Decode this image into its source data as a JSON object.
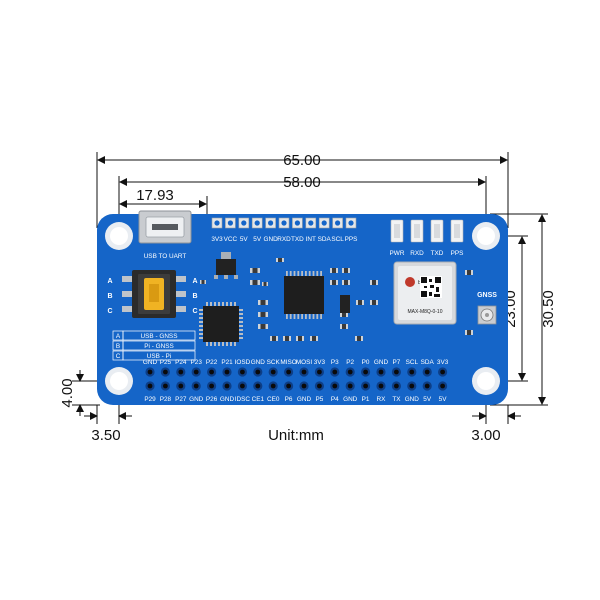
{
  "dimensions": {
    "overall_width": "65.00",
    "hole_spacing": "58.00",
    "usb_offset": "17.93",
    "hole_spacing_vertical": "23.00",
    "overall_height": "30.50",
    "left_hole_offset": "3.50",
    "right_hole_offset": "3.00",
    "bottom_hole_offset": "4.00",
    "unit_label": "Unit:mm"
  },
  "board": {
    "color": "#1565c8",
    "usb_label": "USB TO UART",
    "gnss_label": "GNSS",
    "top_header_labels": [
      "3V3",
      "VCC",
      "5V",
      "5V",
      "GND",
      "RXD",
      "TXD",
      "INT",
      "SDA",
      "SCL",
      "PPS"
    ],
    "led_labels": [
      "PWR",
      "RXD",
      "TXD",
      "PPS"
    ],
    "switch_letters_left": [
      "A",
      "B",
      "C"
    ],
    "switch_letters_right": [
      "A",
      "B",
      "C"
    ],
    "mode_table": [
      {
        "key": "A",
        "value": "USB - GNSS"
      },
      {
        "key": "B",
        "value": "Pi - GNSS"
      },
      {
        "key": "C",
        "value": "USB - Pi"
      }
    ],
    "gpio_top_labels": [
      "GND",
      "P25",
      "P24",
      "P23",
      "P22",
      "P21",
      "IOSD",
      "GND",
      "SCK",
      "MISO",
      "MOSI",
      "3V3",
      "P3",
      "P2",
      "P0",
      "GND",
      "P7",
      "SCL",
      "SDA",
      "3V3"
    ],
    "gpio_bottom_labels": [
      "P29",
      "P28",
      "P27",
      "GND",
      "P26",
      "GND",
      "IDSC",
      "CE1",
      "CE0",
      "P6",
      "GND",
      "P5",
      "P4",
      "GND",
      "P1",
      "RX",
      "TX",
      "GND",
      "5V",
      "5V"
    ],
    "module_brand": "blox",
    "module_model": "MAX-M8Q-0-10"
  }
}
